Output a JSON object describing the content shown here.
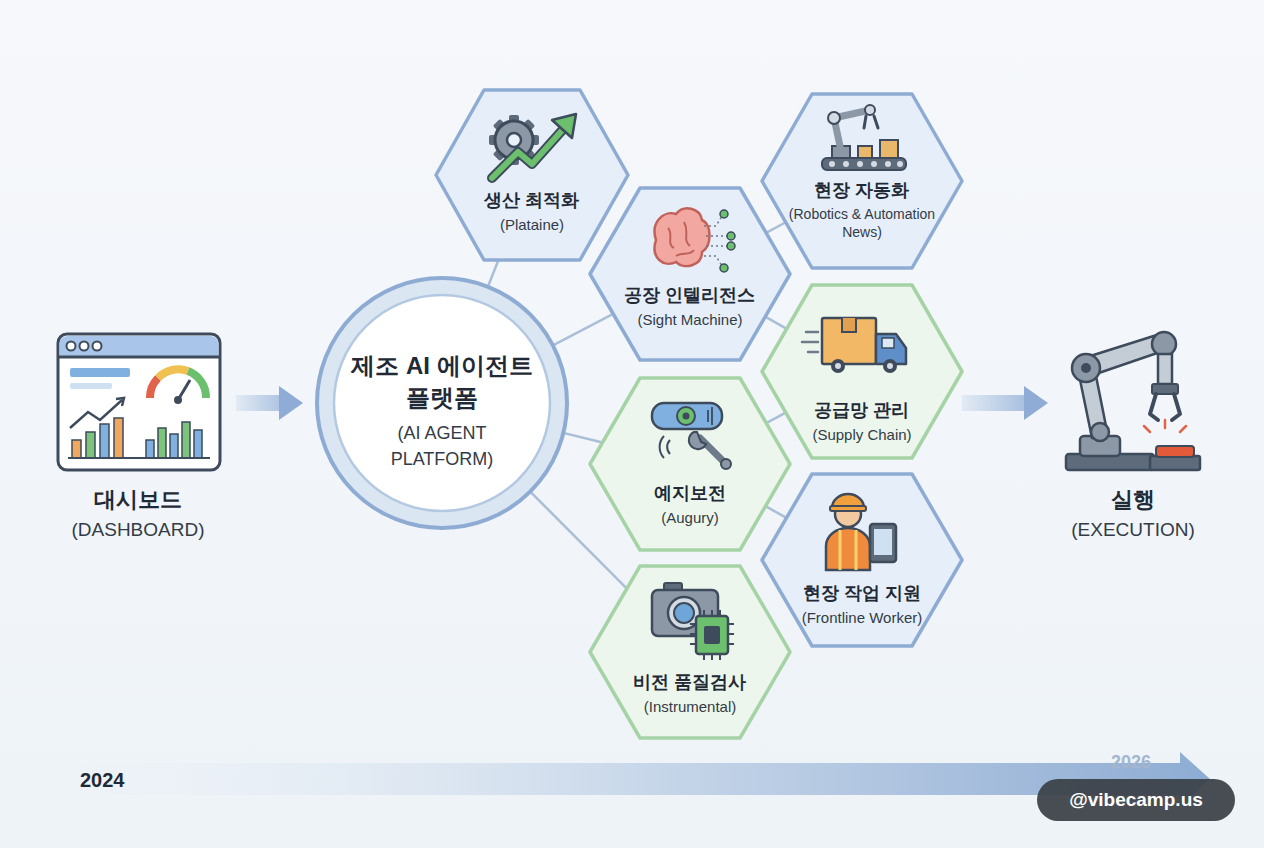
{
  "diagram": {
    "nodes": [
      {
        "text": [
          "대시보드",
          "(DASHBOARD)"
        ]
      },
      {
        "text": [
          "제조 AI 에이전트 플랫폼",
          "(AI AGENT PLATFORM)"
        ]
      },
      {
        "text": [
          "생산 최적화",
          "(Plataine)"
        ]
      },
      {
        "text": [
          "현장 자동화",
          "(Robotics & Automation News)"
        ]
      },
      {
        "text": [
          "공장 인텔리전스",
          "(Sight Machine)"
        ]
      },
      {
        "text": [
          "공급망 관리",
          "(Supply Chain)"
        ]
      },
      {
        "text": [
          "예지보전",
          "(Augury)"
        ]
      },
      {
        "text": [
          "현장 작업 지원",
          "(Frontline Worker)"
        ]
      },
      {
        "text": [
          "비전 품질검사",
          "(Instrumental)"
        ]
      },
      {
        "text": [
          "실행",
          "(EXECUTION)"
        ]
      }
    ],
    "edges": [
      {
        "from": 0,
        "to": 1,
        "arrow": "to"
      },
      {
        "from": 1,
        "to": 2,
        "arrow": "none"
      },
      {
        "from": 1,
        "to": 4,
        "arrow": "none"
      },
      {
        "from": 1,
        "to": 6,
        "arrow": "none"
      },
      {
        "from": 1,
        "to": 8,
        "arrow": "none"
      },
      {
        "from": 4,
        "to": 3,
        "arrow": "none"
      },
      {
        "from": 4,
        "to": 5,
        "arrow": "none"
      },
      {
        "from": 6,
        "to": 5,
        "arrow": "none"
      },
      {
        "from": 6,
        "to": 7,
        "arrow": "none"
      },
      {
        "from": 5,
        "to": 9,
        "arrow": "to"
      }
    ],
    "labels": [
      "2024",
      "2026",
      "@vibecamp.us"
    ]
  }
}
